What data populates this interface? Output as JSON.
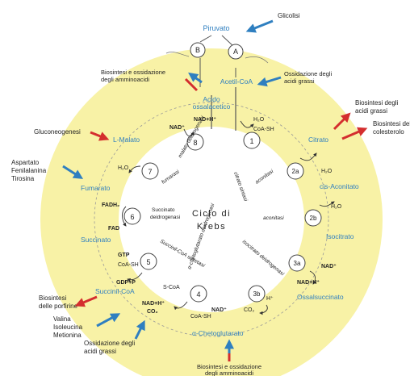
{
  "colors": {
    "cycle_fill": "#f8f2a6",
    "inner_fill": "#ffffff",
    "compound_label": "#2f7fc0",
    "arrow_in": "#2f7fc0",
    "arrow_out": "#d42e2e",
    "text": "#222222"
  },
  "top": {
    "pyruvate": "Piruvato",
    "acetyl_coa": "Acetil-CoA",
    "enzyme_b": "B",
    "enzyme_a": "A",
    "glycolysis": "Glicolisi",
    "fatty_ox": [
      "Ossidazione degli",
      "acidi grassi"
    ],
    "amino_top": [
      "Biosintesi e ossidazione",
      "degli amminoacidi"
    ]
  },
  "center": {
    "line1": "Ciclo di",
    "line2": "Krebs"
  },
  "compounds": {
    "oxaloacetate": [
      "Acido",
      "ossalacetico"
    ],
    "citrate": "Citrato",
    "cis_aconitate": "cis-Aconitato",
    "isocitrate": "Isocitrato",
    "oxalosuccinate": "Ossalsuccinato",
    "alpha_kg": "α-Chetoglutarato",
    "succinyl_coa": "Succinil-CoA",
    "succinate": "Succinato",
    "fumarate": "Fumarato",
    "malate": "L-Malato"
  },
  "steps": [
    "1",
    "2a",
    "2b",
    "3a",
    "3b",
    "4",
    "5",
    "6",
    "7",
    "8"
  ],
  "enzymes": {
    "malate_dh": "malato deidrogenasi",
    "fumarase": "fumarasi",
    "succinate_dh": [
      "Succinato",
      "deidrogenasi"
    ],
    "succinyl_synth": "Succinil-CoA sintetasi",
    "kg_dh": "α-chetoglutarato deidrogenasi",
    "citrate_synth": "citrato sintasi",
    "aconitase_1": "aconitasi",
    "aconitase_2": "aconitasi",
    "isocitrate_dh": "isocitrato deidrogenasi"
  },
  "cofactors": {
    "nad": "NAD⁺",
    "nadh": "NAD+H⁺",
    "h2o": "H₂O",
    "coa_sh": "CoA-SH",
    "fadh2": "FADH₂",
    "fad": "FAD",
    "gtp": "GTP",
    "gdp": "GDP+P",
    "s_coa": "S-CoA",
    "co2": "CO₂",
    "h_plus": "H⁺"
  },
  "side_labels": {
    "gluconeo": "Gluconeogenesi",
    "aspartate": [
      "Aspartato",
      "Fenilalanina",
      "Tirosina"
    ],
    "fatty_bio": [
      "Biosintesi degli",
      "acidi grassi"
    ],
    "cholesterol": [
      "Biosintesi del",
      "colesterolo"
    ],
    "porphyrins": [
      "Biosintesi",
      "delle porfirine"
    ],
    "valine": [
      "Valina",
      "Isoleucina",
      "Metionina"
    ],
    "fatty_ox_bottom": [
      "Ossidazione degli",
      "acidi grassi"
    ],
    "amino_bottom": [
      "Biosintesi e ossidazione",
      "degli amminoacidi"
    ]
  }
}
